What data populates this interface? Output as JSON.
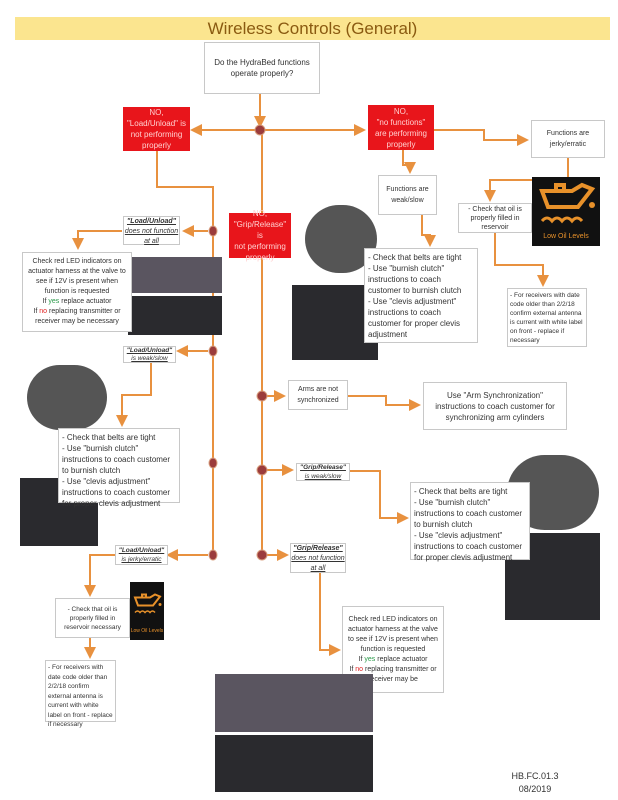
{
  "title": "Wireless Controls (General)",
  "question": "Do the HydraBed functions operate properly?",
  "branches": {
    "load_unload": [
      "NO,",
      "\"Load/Unload\" is",
      "not performing",
      "properly"
    ],
    "no_functions": [
      "NO,",
      "\"no functions\"",
      "are performing",
      "properly"
    ],
    "grip_release": [
      "NO,",
      "\"Grip/Release\" is",
      "not performing",
      "properly"
    ]
  },
  "no_functions": {
    "jerky": "Functions are jerky/erratic",
    "weak": "Functions are weak/slow",
    "oil_check": "- Check that oil is properly filled in reservoir",
    "antenna": "- For receivers with date code older than 2/2/18 confirm external antenna is current with white label on front - replace if necessary",
    "belts": [
      "- Check that belts are tight",
      "- Use \"burnish clutch\" instructions to coach customer to burnish clutch",
      "- Use \"clevis adjustment\" instructions to coach customer for proper clevis adjustment"
    ]
  },
  "load_unload": {
    "no_function_label": [
      "\"Load/Unload\"",
      "does not function",
      "at all"
    ],
    "led_check": [
      "Check red LED indicators on actuator harness at the valve to see if 12V is present when function is requested"
    ],
    "if_yes": [
      "If ",
      "yes",
      " replace actuator"
    ],
    "if_no": [
      "If ",
      "no",
      " replacing transmitter or receiver may be necessary"
    ],
    "weak_label": [
      "\"Load/Unload\"",
      "is weak/slow"
    ],
    "belts": [
      "- Check that belts are tight",
      "- Use \"burnish clutch\" instructions to coach customer to burnish clutch",
      "- Use \"clevis adjustment\" instructions to coach customer for proper clevis adjustment"
    ],
    "jerky_label": [
      "\"Load/Unload\"",
      "is jerky/erratic"
    ],
    "oil_check": "- Check that oil is properly filled in reservoir necessary",
    "antenna": "- For receivers with date code older than 2/2/18 confirm external antenna is current with white label on front - replace if necessary"
  },
  "grip_release": {
    "arms": "Arms are not synchronized",
    "arm_sync": "Use \"Arm Synchronization\" instructions to coach customer for synchronizing arm cylinders",
    "weak_label": [
      "\"Grip/Release\"",
      "is weak/slow"
    ],
    "belts": [
      "- Check that belts are tight",
      "- Use \"burnish clutch\" instructions to coach customer to burnish clutch",
      "- Use \"clevis adjustment\" instructions to coach customer for proper clevis adjustment"
    ],
    "no_function_label": [
      "\"Grip/Release\"",
      "does not function",
      "at all"
    ],
    "led_check": "Check red LED indicators on actuator harness at the valve to see if 12V is present when function is requested",
    "if_yes": [
      "If ",
      "yes",
      " replace actuator"
    ],
    "if_no": [
      "If ",
      "no",
      " replacing transmitter or receiver may be"
    ]
  },
  "oil_icon_label": "Low Oil Levels",
  "footer": {
    "code": "HB.FC.01.3",
    "date": "08/2019"
  },
  "colors": {
    "line": "#e8913f",
    "dot": "#9b3c3c",
    "red": "#e8151b",
    "banner": "#fbe58f"
  }
}
